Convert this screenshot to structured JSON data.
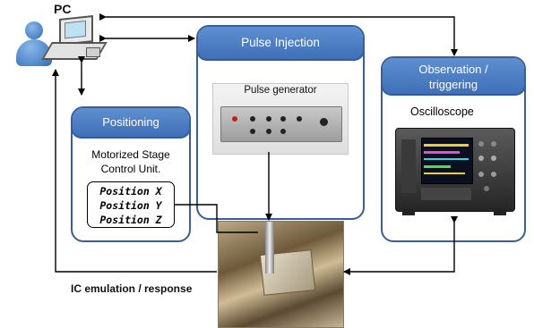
{
  "pc": {
    "label": "PC"
  },
  "panels": {
    "pulse_injection": {
      "title": "Pulse Injection",
      "device_label": "Pulse generator"
    },
    "positioning": {
      "title": "Positioning",
      "subtitle_line1": "Motorized Stage",
      "subtitle_line2": "Control Unit.",
      "positions": [
        "Position X",
        "Position Y",
        "Position Z"
      ]
    },
    "observation": {
      "title_line1": "Observation /",
      "title_line2": "triggering",
      "device_label": "Oscilloscope"
    }
  },
  "ic": {
    "label": "IC emulation / response"
  },
  "colors": {
    "panel_border": "#3a5f98",
    "panel_header": "#4f80c4",
    "arrow": "#000000"
  },
  "icons": [
    "user-icon",
    "pc-icon",
    "pulse-generator-image",
    "oscilloscope-image",
    "ic-chip-image"
  ]
}
